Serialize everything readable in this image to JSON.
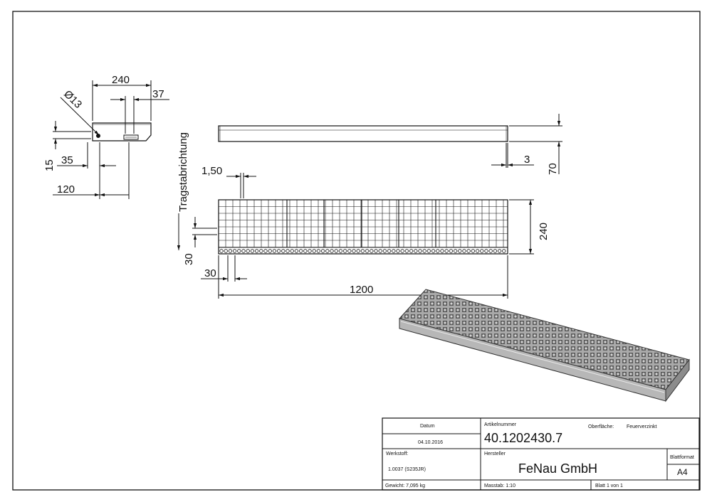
{
  "dimensions": {
    "side_width": "240",
    "side_offset": "37",
    "hole_diameter": "Ø13",
    "side_height": "15",
    "side_35": "35",
    "side_120": "120",
    "thickness": "3",
    "height": "70",
    "mesh_150": "1,50",
    "depth": "240",
    "pitch_30_v": "30",
    "pitch_30_h": "30",
    "length": "1200"
  },
  "labels": {
    "bar_direction": "Tragstabrichtung"
  },
  "title_block": {
    "datum_label": "Datum",
    "datum_value": "04.10.2016",
    "artikel_label": "Artikelnummer",
    "artikel_value": "40.1202430.7",
    "oberflaeche_label": "Oberfläche:",
    "oberflaeche_value": "Feuerverzinkt",
    "werkstoff_label": "Werkstoff:",
    "werkstoff_value": "1.0037 (S235JR)",
    "hersteller_label": "Hersteller",
    "hersteller_value": "FeNau GmbH",
    "blattformat_label": "Blattformat",
    "blattformat_value": "A4",
    "gewicht": "Gewicht: 7,095 kg",
    "massstab": "Masstab: 1:10",
    "blatt": "Blatt 1 von 1"
  }
}
